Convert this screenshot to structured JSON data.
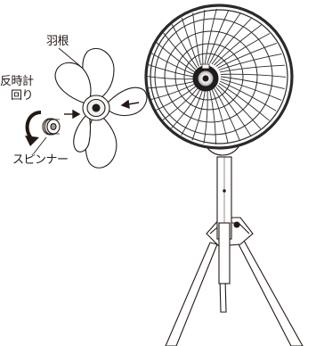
{
  "labels": {
    "blade": "羽根",
    "counterclockwise_line1": "反時計",
    "counterclockwise_line2": "回り",
    "spinner": "スピンナー"
  },
  "colors": {
    "ink": "#231815",
    "fan_guard": "#2a2a2a",
    "background": "#ffffff"
  }
}
